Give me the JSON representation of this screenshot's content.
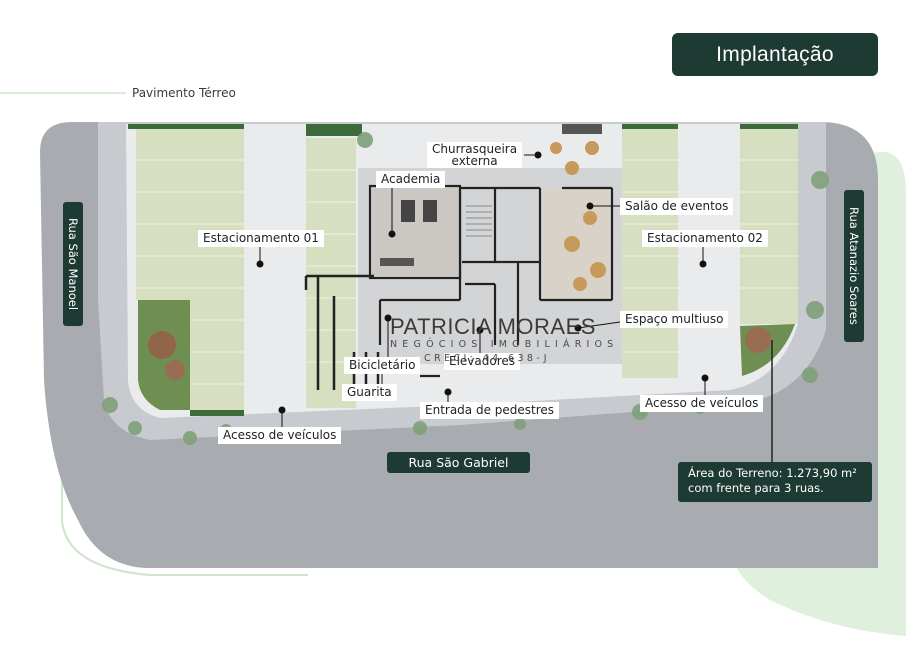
{
  "header": {
    "title": "Implantação",
    "subtitle": "Pavimento Térreo"
  },
  "streets": {
    "left": "Rua São Manoel",
    "right": "Rua Atanazio Soares",
    "bottom": "Rua São Gabriel"
  },
  "labels": {
    "churrasqueira": [
      "Churrasqueira",
      "externa"
    ],
    "academia": "Academia",
    "salao": "Salão de eventos",
    "est01": "Estacionamento 01",
    "est02": "Estacionamento 02",
    "multiuso": "Espaço multiuso",
    "bicicletario": "Bicicletário",
    "elevadores": "Elevadores",
    "guarita": "Guarita",
    "pedestres": "Entrada de pedestres",
    "acesso_left": "Acesso de veículos",
    "acesso_right": "Acesso de veículos"
  },
  "area_info": [
    "Área do Terreno: 1.273,90 m²",
    "com frente para 3 ruas."
  ],
  "watermark": {
    "name": "PATRICIA MORAES",
    "tagline": "NEGÓCIOS IMOBILIÁRIOS",
    "creci": "CRECI: 44.638-J"
  },
  "colors": {
    "dark_green": "#1d3a33",
    "light_green": "#dff0dc",
    "road": "#a8acb0",
    "grass": "#d6dfc0"
  }
}
